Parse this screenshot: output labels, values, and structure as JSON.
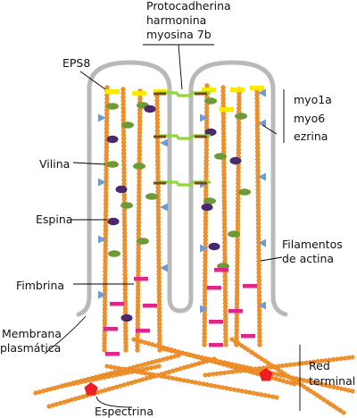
{
  "labels": {
    "protocadherina": "Protocadherina",
    "harmonina": "harmonina",
    "myosina7b": "myosina 7b",
    "eps8": "EPS8",
    "vilina": "Vilina",
    "espina": "Espina",
    "fimbrina": "Fimbrina",
    "membrana_line1": "Membrana",
    "membrana_line2": "plasmática",
    "espectrina": "Espectrina",
    "myo1a": "myo1a",
    "myo6": "myo6",
    "ezrina": "ezrina",
    "filamentos_line1": "Filamentos",
    "filamentos_line2": "de actina",
    "red_line1": "Red",
    "red_line2": "terminal"
  },
  "colors": {
    "actin": "#f0922a",
    "actin_outline": "#d9761a",
    "membrane": "#b9b9b9",
    "eps8": "#ffe900",
    "villin": "#6e9a36",
    "espin": "#4a2a6e",
    "fimbrin": "#e0268c",
    "myosin": "#6f9bd2",
    "spectrin": "#ee1c24",
    "link_green": "#8ed83a",
    "link_brown": "#7a4a12",
    "leader": "#000000"
  },
  "icons": {
    "myosin_motor": "triangle-icon",
    "spectrin": "pentagon-icon",
    "villin": "ellipse-icon",
    "espin": "ellipse-icon",
    "fimbrin": "bar-icon",
    "eps8": "bar-icon"
  }
}
